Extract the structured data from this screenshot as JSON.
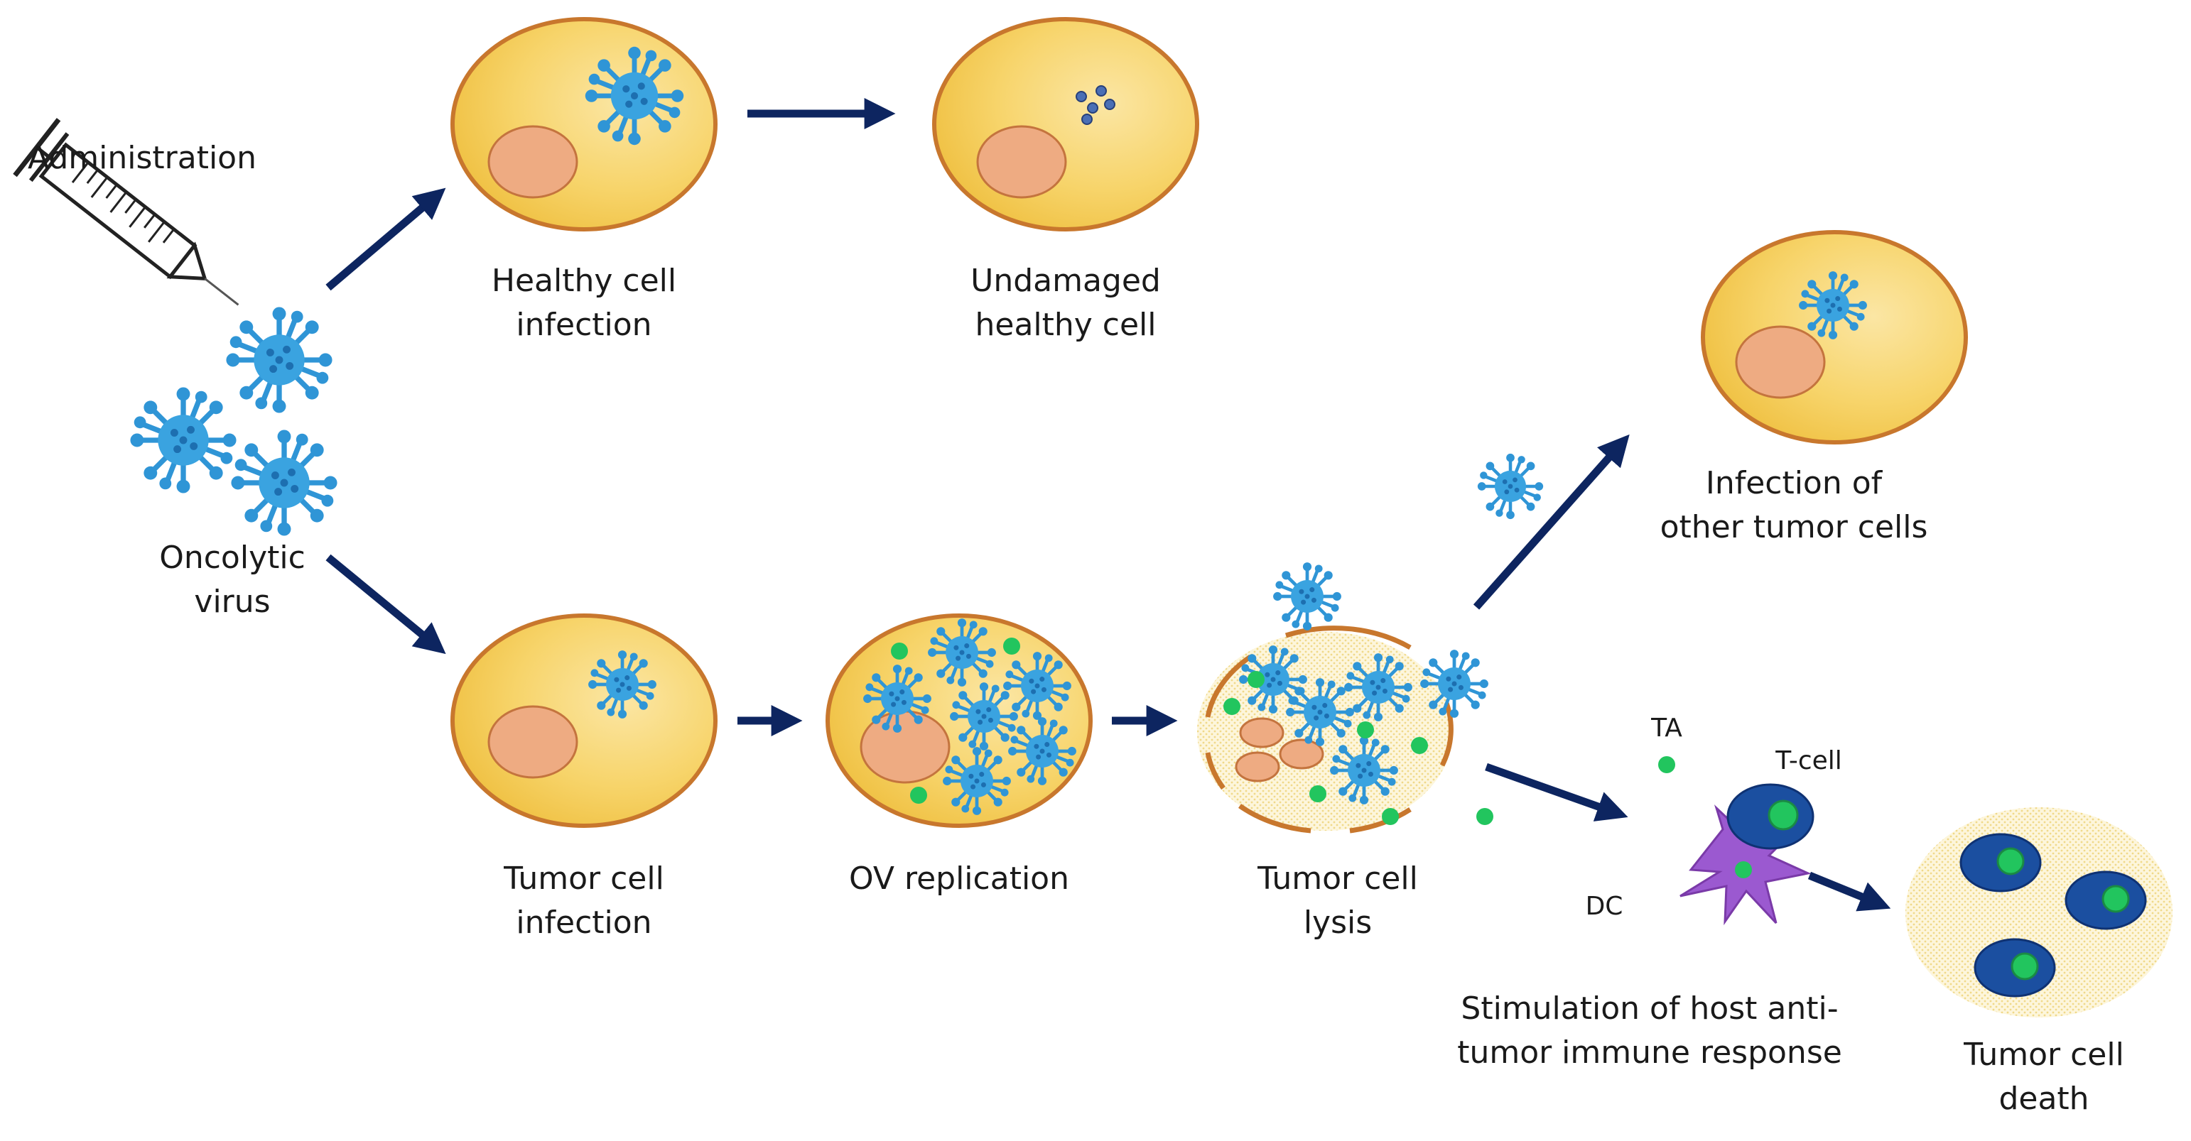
{
  "labels": {
    "administration": "Administration",
    "oncolytic_virus": [
      "Oncolytic",
      "virus"
    ],
    "healthy_cell_infection": [
      "Healthy cell",
      "infection"
    ],
    "undamaged_healthy_cell": [
      "Undamaged",
      "healthy cell"
    ],
    "tumor_cell_infection": [
      "Tumor cell",
      "infection"
    ],
    "ov_replication": "OV replication",
    "tumor_cell_lysis": [
      "Tumor cell",
      "lysis"
    ],
    "infection_other_tumor": [
      "Infection of",
      "other tumor cells"
    ],
    "ta": "TA",
    "t_cell": "T-cell",
    "dc": "DC",
    "immune_response": [
      "Stimulation of host anti-",
      "tumor immune response"
    ],
    "tumor_cell_death": [
      "Tumor cell",
      "death"
    ]
  },
  "colors": {
    "cell_fill": "#f7d46a",
    "cell_edge": "#c8772d",
    "nucleus": "#eeab82",
    "virus": "#2f95d6",
    "virus_dark": "#1d6fb0",
    "arrow": "#0d2560",
    "antigen": "#22c55e",
    "dc": "#9b59d0",
    "t_cell": "#1b4fa0"
  },
  "icons": [
    "syringe-icon",
    "virus-icon",
    "cell-icon",
    "nucleus-icon",
    "antigen-icon",
    "dendritic-cell-icon",
    "t-cell-icon"
  ]
}
